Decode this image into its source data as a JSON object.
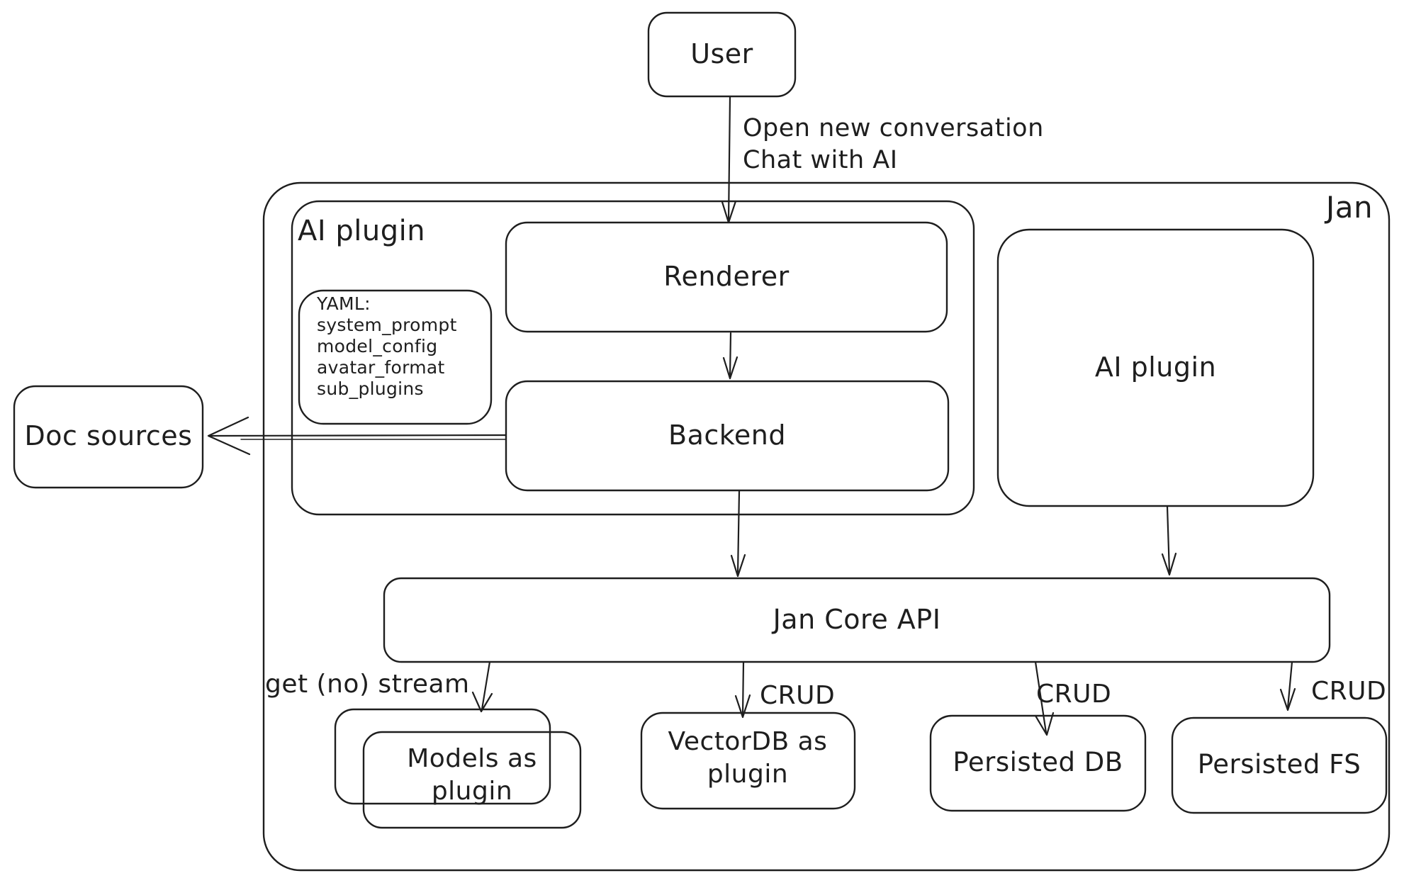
{
  "nodes": {
    "user": "User",
    "jan": "Jan",
    "ai_plugin_group": "AI plugin",
    "renderer": "Renderer",
    "backend": "Backend",
    "ai_plugin_right": "AI plugin",
    "doc_sources": "Doc sources",
    "jan_core_api": "Jan Core API",
    "models_as_plugin": "Models as plugin",
    "vectordb_as_plugin": "VectorDB as plugin",
    "persisted_db": "Persisted DB",
    "persisted_fs": "Persisted FS"
  },
  "yaml_note": {
    "title": "YAML:",
    "lines": [
      "system_prompt",
      "model_config",
      "avatar_format",
      "sub_plugins"
    ]
  },
  "edge_labels": {
    "user_action_line1": "Open new conversation",
    "user_action_line2": "Chat with AI",
    "models_edge": "get (no) stream",
    "vectordb_edge": "CRUD",
    "persisted_db_edge": "CRUD",
    "persisted_fs_edge": "CRUD"
  },
  "colors": {
    "stroke": "#1e1e1e",
    "background": "#ffffff"
  }
}
